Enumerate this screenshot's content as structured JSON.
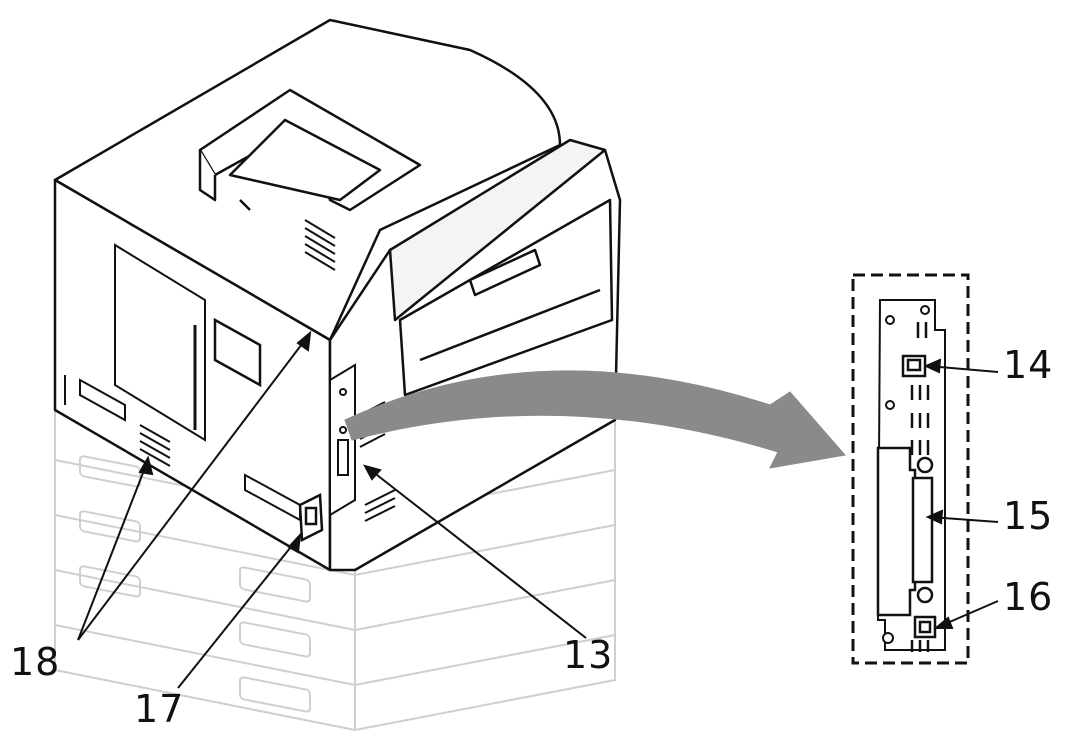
{
  "callouts": {
    "c13": "13",
    "c14": "14",
    "c15": "15",
    "c16": "16",
    "c17": "17",
    "c18": "18"
  },
  "colors": {
    "line": "#111111",
    "ghost": "#cfcfcf",
    "arrow": "#8a8a8a",
    "panel_fill": "#ffffff"
  }
}
